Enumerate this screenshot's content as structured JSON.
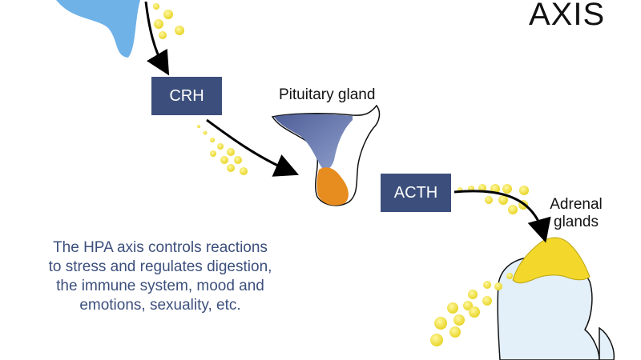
{
  "title": "AXIS",
  "boxes": {
    "crh": "CRH",
    "acth": "ACTH"
  },
  "labels": {
    "pituitary": "Pituitary gland",
    "adrenal_line1": "Adrenal",
    "adrenal_line2": "glands"
  },
  "description": [
    "The HPA axis controls reactions",
    "to stress and regulates digestion,",
    "the immune system, mood and",
    "emotions, sexuality, etc."
  ],
  "colors": {
    "box": "#3c4f7c",
    "hormone_dots": "#f3e33c",
    "adrenal_gland": "#f3d82b",
    "kidney": "#e3eff9",
    "hypothalamus": "#6fb2e8",
    "pituitary_posterior": "#5a6fa8",
    "pituitary_anterior": "#e78c1e",
    "description_text": "#3c4f7c"
  },
  "icons": [
    "hypothalamus-shape",
    "pituitary-gland-shape",
    "adrenal-gland-shape",
    "kidney-shape",
    "arrow"
  ]
}
